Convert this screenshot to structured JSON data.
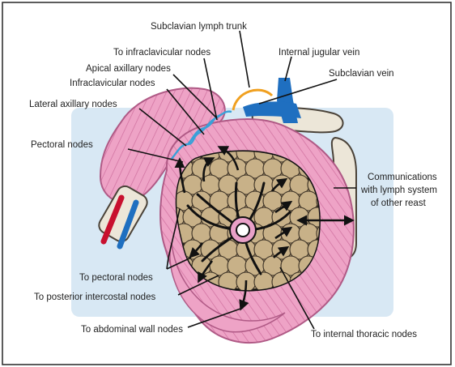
{
  "colors": {
    "background_panel": "#d8e8f4",
    "pink_tissue": "#eea3c6",
    "pink_stripe": "#cf6f9e",
    "gland": "#c8b188",
    "gland_stroke": "#3a3024",
    "artery": "#c8102e",
    "vein": "#1f6fc0",
    "lymph": "#3aa0d8",
    "lymph_trunk": "#f0a020",
    "bone": "#ece6d8",
    "nipple": "#e9a0c8"
  },
  "labels": {
    "subclavian_lymph_trunk": "Subclavian lymph trunk",
    "to_infraclavicular_nodes": "To infraclavicular nodes",
    "internal_jugular_vein": "Internal jugular vein",
    "apical_axillary_nodes": "Apical axillary nodes",
    "subclavian_vein": "Subclavian vein",
    "infraclavicular_nodes": "Infraclavicular nodes",
    "lateral_axillary_nodes": "Lateral axillary nodes",
    "pectoral_nodes": "Pectoral nodes",
    "communications_line1": "Communications",
    "communications_line2": "with lymph system",
    "communications_line3": "of other reast",
    "to_pectoral_nodes": "To pectoral nodes",
    "to_posterior_intercostal_nodes": "To posterior intercostal nodes",
    "to_abdominal_wall_nodes": "To abdominal wall nodes",
    "to_internal_thoracic_nodes": "To internal thoracic nodes"
  },
  "icons": {
    "arrow": "arrow-icon",
    "vessel": "blood-vessel-icon"
  }
}
